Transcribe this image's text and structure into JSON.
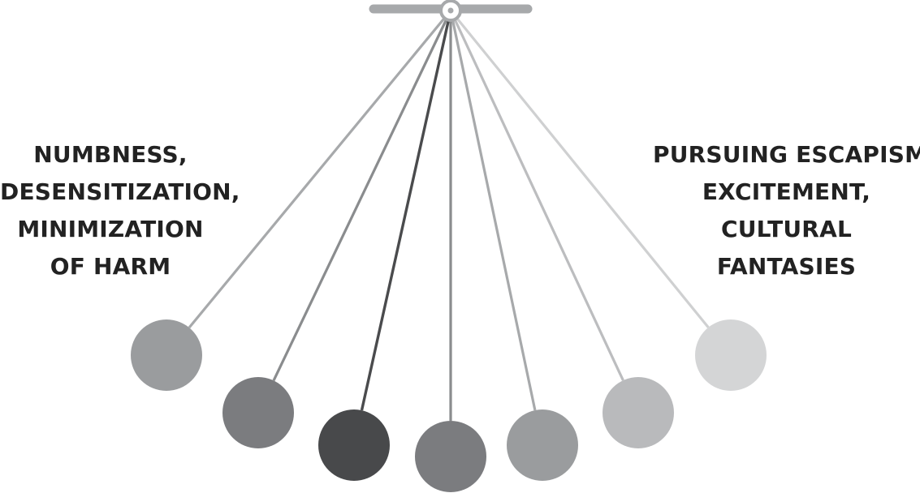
{
  "left_label": {
    "lines": [
      "NUMBNESS,",
      "DESENSITIZATION,",
      "MINIMIZATION",
      "OF HARM"
    ]
  },
  "right_label": {
    "lines": [
      "PURSUING ESCAPISM,",
      "EXCITEMENT,",
      "CULTURAL",
      "FANTASIES"
    ]
  },
  "pendulum": {
    "bar_color": "#a7a9ab",
    "pivot_color": "#a7a9ab",
    "balls": [
      {
        "name": "ball-far-left",
        "color": "#9a9c9e",
        "string_color": "#a7a9ab"
      },
      {
        "name": "ball-left",
        "color": "#7b7c7f",
        "string_color": "#8a8c8e"
      },
      {
        "name": "ball-center-left",
        "color": "#48494b",
        "string_color": "#4a4b4d"
      },
      {
        "name": "ball-center",
        "color": "#7b7c7f",
        "string_color": "#8a8c8e"
      },
      {
        "name": "ball-center-right",
        "color": "#9a9c9e",
        "string_color": "#a7a9ab"
      },
      {
        "name": "ball-right",
        "color": "#b9babc",
        "string_color": "#bcbdbf"
      },
      {
        "name": "ball-far-right",
        "color": "#d4d5d6",
        "string_color": "#cfd0d1"
      }
    ]
  }
}
